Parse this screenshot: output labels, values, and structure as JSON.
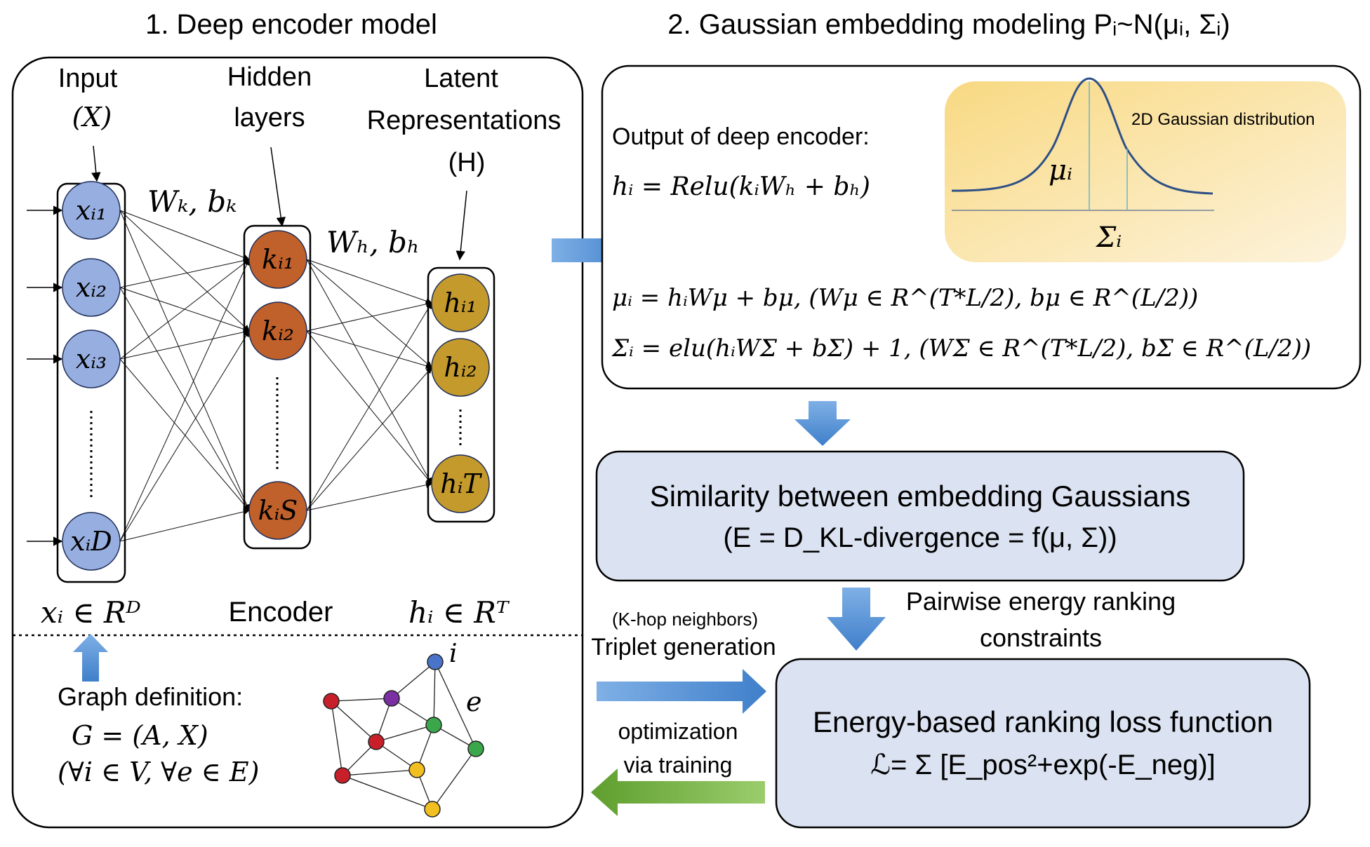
{
  "titles": {
    "left": "1. Deep encoder model",
    "right": "2. Gaussian embedding modeling Pᵢ~N(μᵢ, Σᵢ)"
  },
  "encoder": {
    "input_label": [
      "Input",
      "(X)"
    ],
    "hidden_label": [
      "Hidden",
      "layers"
    ],
    "latent_label": [
      "Latent",
      "Representations",
      "(H)"
    ],
    "weights_input": "Wₖ, bₖ",
    "weights_hidden": "Wₕ, bₕ",
    "input_nodes": [
      "xᵢ₁",
      "xᵢ₂",
      "xᵢ₃",
      "xᵢD"
    ],
    "hidden_nodes": [
      "kᵢ₁",
      "kᵢ₂",
      "kᵢS"
    ],
    "latent_nodes": [
      "hᵢ₁",
      "hᵢ₂",
      "hᵢT"
    ],
    "input_space": "xᵢ ∈ Rᴰ",
    "encoder_caption": "Encoder",
    "latent_space": "hᵢ ∈ Rᵀ"
  },
  "graph": {
    "definition": "Graph definition:",
    "formula": "G = (A, X)",
    "quantifier": "(∀i ∈ V, ∀e ∈ E)",
    "node_label": "i",
    "edge_label": "e"
  },
  "gaussian_box": {
    "output_label": "Output of deep encoder:",
    "h_formula": "hᵢ = Relu(kᵢWₕ + bₕ)",
    "dist_label": "2D Gaussian distribution",
    "mu_label": "μᵢ",
    "sigma_label": "Σᵢ",
    "mu_formula": "μᵢ = hᵢWμ + bμ, (Wμ ∈ R^(T*L/2), bμ ∈ R^(L/2))",
    "sigma_formula": "Σᵢ = elu(hᵢWΣ + bΣ) + 1, (WΣ ∈ R^(T*L/2), bΣ ∈ R^(L/2))"
  },
  "similarity_box": {
    "title": "Similarity between embedding Gaussians",
    "formula": "(E = D_KL-divergence = f(μ, Σ))"
  },
  "ranking": {
    "label_line1": "Pairwise energy ranking",
    "label_line2": "constraints"
  },
  "loss_box": {
    "title": "Energy-based ranking loss function",
    "formula": "ℒ= Σ [E_pos²+exp(-E_neg)]"
  },
  "triplet": {
    "line1": "(K-hop neighbors)",
    "line2": "Triplet generation"
  },
  "optimization": {
    "line1": "optimization",
    "line2": "via training"
  },
  "colors": {
    "input_node": "#97aee0",
    "hidden_node": "#c0602a",
    "latent_node": "#c49a2c",
    "box_fill": "#dbe2f1",
    "arrow_blue": "#5b92d2",
    "arrow_green": "#6fa842",
    "gaussian_bg": "#f9dd8c",
    "curve": "#2e4f86"
  }
}
